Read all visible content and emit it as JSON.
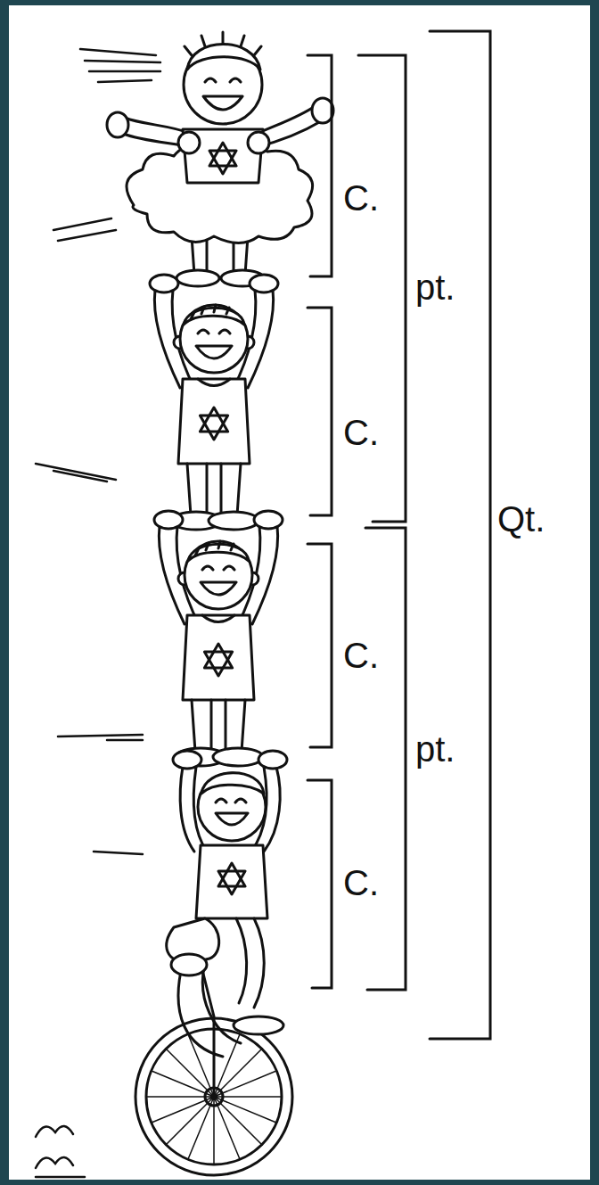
{
  "diagram": {
    "labels": [
      "C.",
      "pt.",
      "C.",
      "Qt.",
      "C.",
      "pt.",
      "C."
    ]
  }
}
